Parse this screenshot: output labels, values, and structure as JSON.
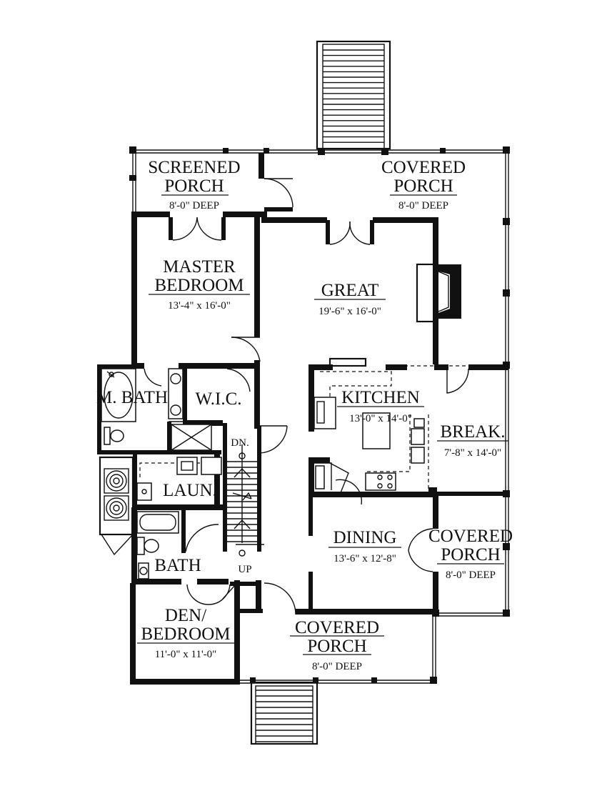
{
  "rooms": {
    "screened_porch": {
      "name1": "SCREENED",
      "name2": "PORCH",
      "size": "8'-0\" DEEP"
    },
    "covered_porch_top": {
      "name1": "COVERED",
      "name2": "PORCH",
      "size": "8'-0\" DEEP"
    },
    "master_bedroom": {
      "name1": "MASTER",
      "name2": "BEDROOM",
      "size": "13'-4\" x 16'-0\""
    },
    "great": {
      "name": "GREAT",
      "size": "19'-6\" x 16'-0\""
    },
    "master_bath": {
      "name": "M. BATH"
    },
    "wic": {
      "name": "W.I.C."
    },
    "kitchen": {
      "name": "KITCHEN",
      "size": "13'-0\" x 14'-0\""
    },
    "breakfast": {
      "name": "BREAK.",
      "size": "7'-8\" x 14'-0\""
    },
    "laundry": {
      "name": "LAUN."
    },
    "dining": {
      "name": "DINING",
      "size": "13'-6\" x 12'-8\""
    },
    "covered_porch_right": {
      "name1": "COVERED",
      "name2": "PORCH",
      "size": "8'-0\" DEEP"
    },
    "bath": {
      "name": "BATH"
    },
    "den_bedroom": {
      "name1": "DEN/",
      "name2": "BEDROOM",
      "size": "11'-0\" x 11'-0\""
    },
    "covered_porch_front": {
      "name1": "COVERED",
      "name2": "PORCH",
      "size": "8'-0\" DEEP"
    }
  },
  "stairs": {
    "down_label": "DN.",
    "up_label": "UP"
  }
}
